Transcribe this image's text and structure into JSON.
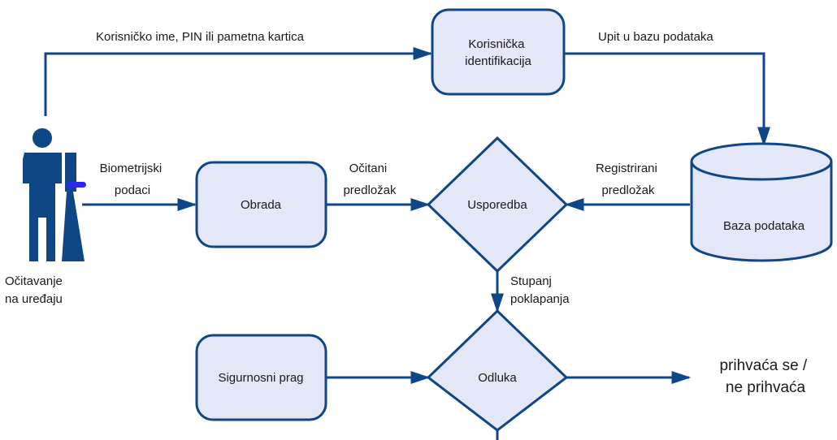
{
  "colors": {
    "primary": "#0f4686",
    "node_fill": "#e3e7f8",
    "sensor_accent": "#2a2af0",
    "text": "#1a1a1a"
  },
  "person_icon": "user-at-sensor-icon",
  "nodes": {
    "identification": [
      "Korisnička",
      "identifikacija"
    ],
    "processing": "Obrada",
    "comparison": "Usporedba",
    "database": "Baza podataka",
    "threshold": "Sigurnosni prag",
    "decision": "Odluka"
  },
  "labels": {
    "credentials": "Korisničko ime, PIN ili pametna kartica",
    "db_query": "Upit u bazu podataka",
    "biometric": [
      "Biometrijski",
      "podaci"
    ],
    "read_template": [
      "Očitani",
      "predložak"
    ],
    "registered_template": [
      "Registrirani",
      "predložak"
    ],
    "match_degree": [
      "Stupanj",
      "poklapanja"
    ],
    "device_reading": [
      "Očitavanje",
      "na uređaju"
    ]
  },
  "output": [
    "prihvaća se /",
    "ne prihvaća"
  ]
}
